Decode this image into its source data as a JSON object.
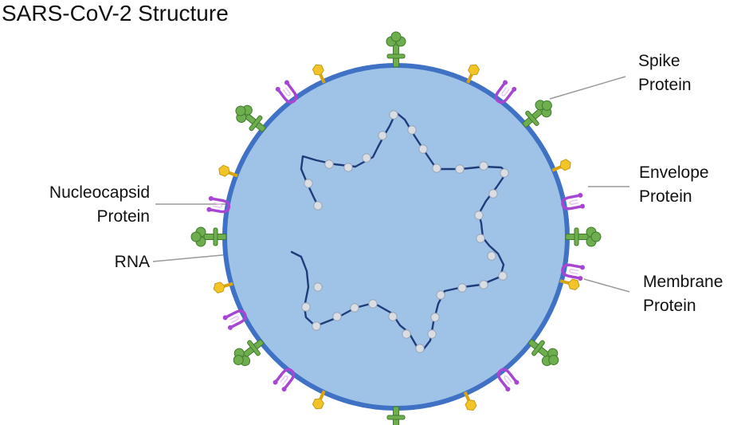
{
  "title": "SARS-CoV-2 Structure",
  "labels": {
    "spike": {
      "line1": "Spike",
      "line2": "Protein"
    },
    "envelope": {
      "line1": "Envelope",
      "line2": "Protein"
    },
    "membrane": {
      "line1": "Membrane",
      "line2": "Protein"
    },
    "nucleocapsid": {
      "line1": "Nucleocapsid",
      "line2": "Protein"
    },
    "rna": {
      "line1": "RNA"
    }
  },
  "colors": {
    "capsule_fill": "#9fc3e6",
    "membrane_ring": "#3f72c4",
    "rna_strand": "#1f3c7a",
    "nucleocapsid_bead": "#d9dde4",
    "spike_protein": "#6fae4f",
    "envelope_protein": "#f2c428",
    "membrane_protein": "#a646d2",
    "leader_line": "#9a9a9a"
  },
  "icons": {
    "spike": "spike-protein-icon",
    "envelope": "envelope-protein-icon",
    "membrane": "membrane-protein-icon",
    "nucleocapsid": "nucleocapsid-bead-icon"
  }
}
